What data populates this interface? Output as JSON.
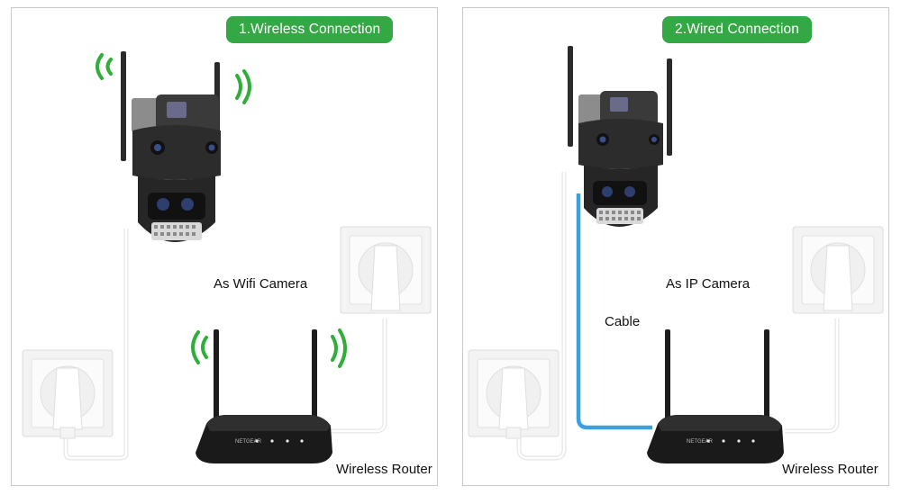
{
  "panels": [
    {
      "title": "1.Wireless Connection",
      "mode_label": "As Wifi Camera",
      "router_label": "Wireless Router"
    },
    {
      "title": "2.Wired Connection",
      "mode_label": "As IP Camera",
      "cable_label": "Cable",
      "router_label": "Wireless Router"
    }
  ],
  "router_brand": "NETGEAR",
  "colors": {
    "accent_green": "#34a845",
    "wifi_green": "#2fae3a",
    "cable_blue": "#3ba0dd",
    "panel_border": "#c9c9c9"
  },
  "icons": [
    "wifi-signal-icon",
    "ptz-camera-icon",
    "wall-socket-icon",
    "router-icon"
  ]
}
